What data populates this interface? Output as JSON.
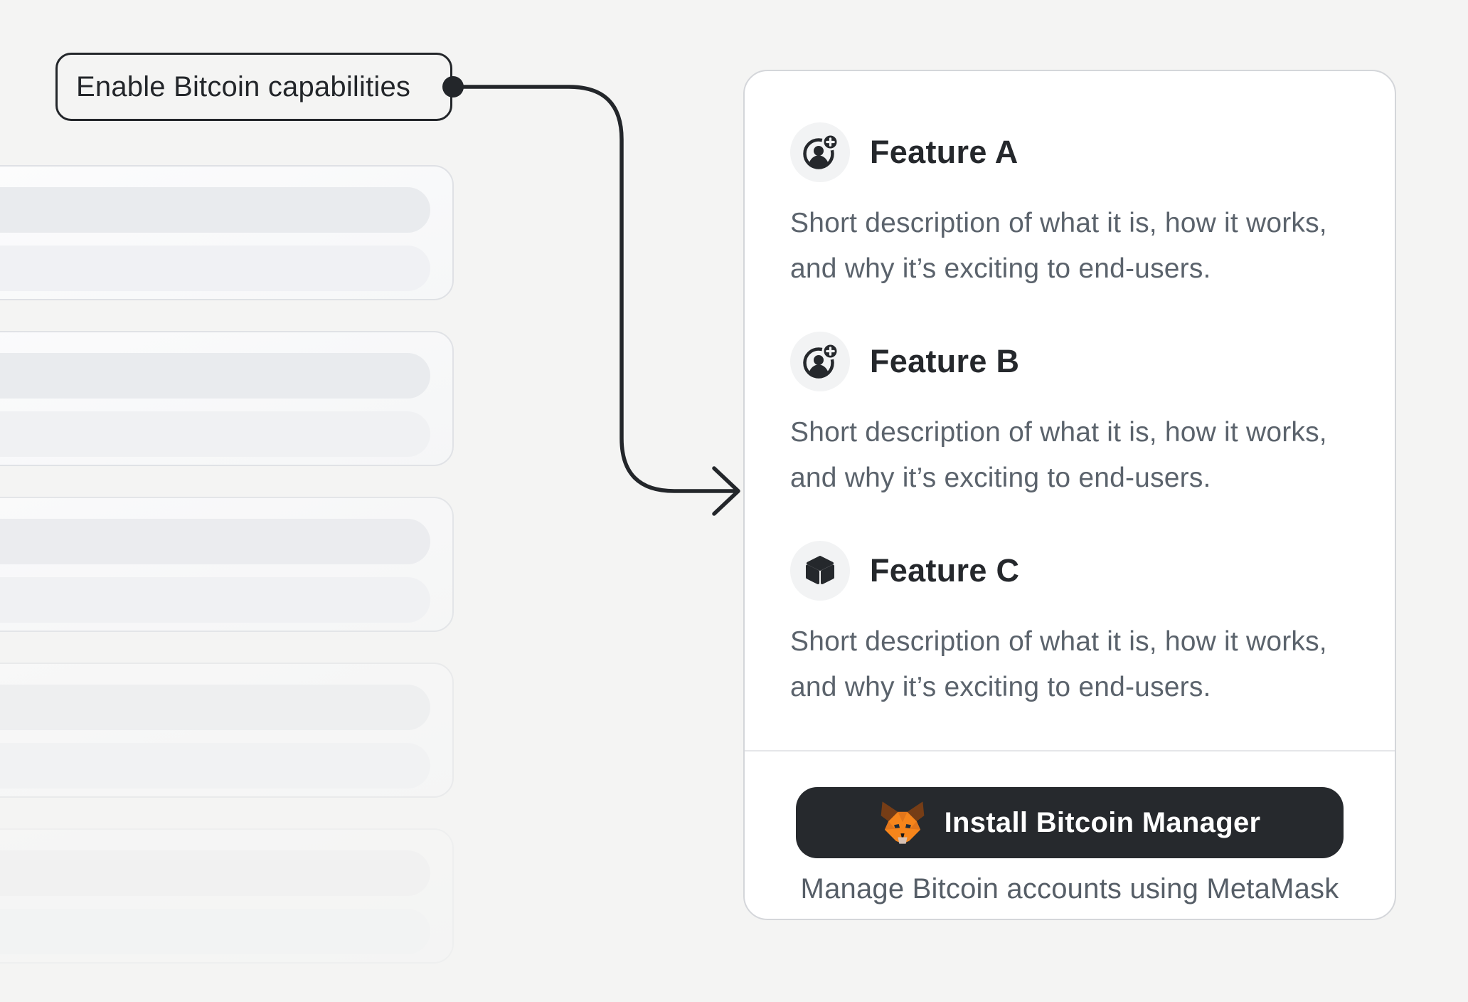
{
  "callout": {
    "label": "Enable Bitcoin capabilities"
  },
  "features_card": {
    "features": [
      {
        "icon": "add-user-icon",
        "title": "Feature A",
        "description": "Short description of what it is, how it works, and why it’s exciting to end-users."
      },
      {
        "icon": "add-user-icon",
        "title": "Feature B",
        "description": "Short description of what it is, how it works, and why it’s exciting to end-users."
      },
      {
        "icon": "cube-icon",
        "title": "Feature C",
        "description": "Short description of what it is, how it works, and why it’s exciting to end-users."
      }
    ],
    "footer": {
      "button_icon": "metamask-fox-icon",
      "button_label": "Install Bitcoin Manager",
      "caption": "Manage Bitcoin accounts using MetaMask"
    }
  },
  "skeleton": {
    "card_count": 5,
    "bars_per_card": 2
  },
  "colors": {
    "background": "#f4f4f3",
    "accent_dark": "#23262a",
    "card_background": "#ffffff",
    "card_border": "#d4d6da",
    "heading_text": "#25282c",
    "body_text": "#5b636c",
    "button_background": "#26292d",
    "button_text": "#ffffff",
    "fox_orange": "#f6851b",
    "fox_dark_orange": "#e2761b",
    "fox_brown": "#763d16",
    "fox_muzzle": "#d7c1b3"
  }
}
